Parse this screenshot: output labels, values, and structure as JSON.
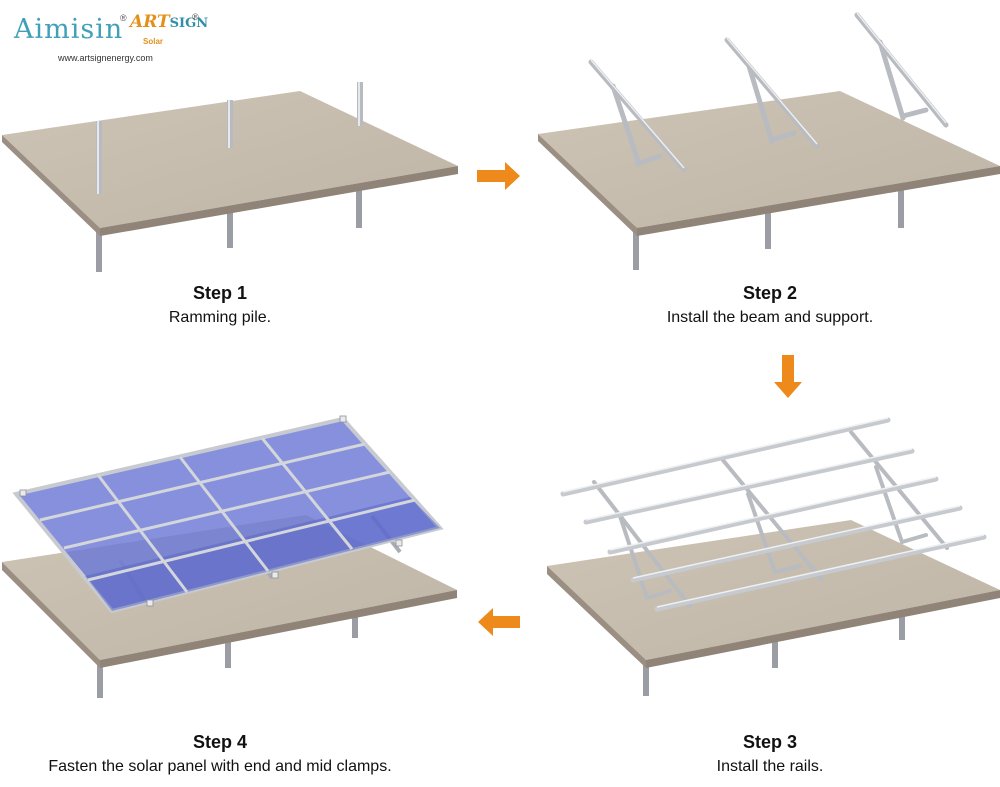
{
  "logo": {
    "brand": "Aimisin",
    "registered": "®",
    "art_brand_a": "ART",
    "art_brand_b": "SIGN",
    "art_sub": "Solar",
    "url": "www.artsignenergy.com"
  },
  "steps": [
    {
      "title": "Step 1",
      "description": "Ramming pile."
    },
    {
      "title": "Step 2",
      "description": "Install the beam and support."
    },
    {
      "title": "Step 3",
      "description": "Install the rails."
    },
    {
      "title": "Step 4",
      "description": "Fasten the solar panel with end and mid clamps."
    }
  ],
  "colors": {
    "ground": "#c7bdaf",
    "ground_edge": "#9a8f82",
    "steel": "#c9ccd0",
    "steel_dark": "#8d9096",
    "panel": "#6b78d6",
    "arrow": "#ee8a1b"
  }
}
